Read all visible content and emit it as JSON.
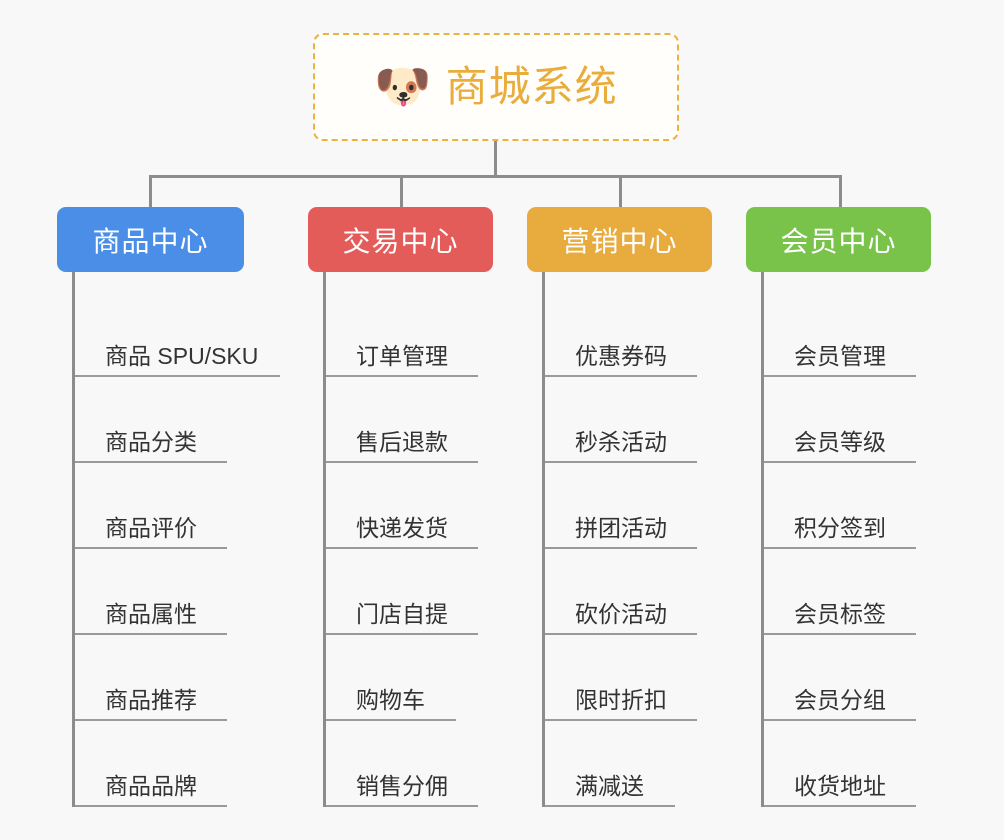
{
  "background_color": "#f8f8f8",
  "root": {
    "icon": "dog-face-emoji",
    "icon_glyph": "🐶",
    "title": "商城系统",
    "title_color": "#e8ad3c",
    "border_color": "#ecb23f"
  },
  "connector_color": "#8c8c8c",
  "branches": [
    {
      "label": "商品中心",
      "color": "#4a8ee8",
      "color_name": "blue",
      "items": [
        "商品 SPU/SKU",
        "商品分类",
        "商品评价",
        "商品属性",
        "商品推荐",
        "商品品牌"
      ]
    },
    {
      "label": "交易中心",
      "color": "#e35c5a",
      "color_name": "red",
      "items": [
        "订单管理",
        "售后退款",
        "快递发货",
        "门店自提",
        "购物车",
        "销售分佣"
      ]
    },
    {
      "label": "营销中心",
      "color": "#e8ab3e",
      "color_name": "orange",
      "items": [
        "优惠券码",
        "秒杀活动",
        "拼团活动",
        "砍价活动",
        "限时折扣",
        "满减送"
      ]
    },
    {
      "label": "会员中心",
      "color": "#79c34a",
      "color_name": "green",
      "items": [
        "会员管理",
        "会员等级",
        "积分签到",
        "会员标签",
        "会员分组",
        "收货地址"
      ]
    }
  ]
}
